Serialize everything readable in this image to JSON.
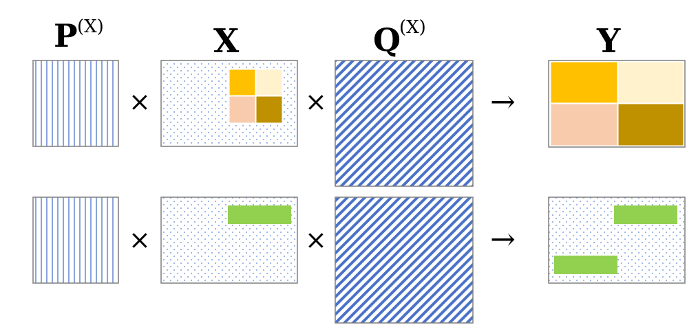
{
  "labels": {
    "p": {
      "base": "P",
      "sup": "(X)"
    },
    "x": "X",
    "q": {
      "base": "Q",
      "sup": "(X)"
    },
    "y": "Y"
  },
  "operators": {
    "times": "×",
    "arrow": "→"
  },
  "colors": {
    "stripe_blue": "#4a72c8",
    "dot_blue": "#5b86d6",
    "border_gray": "#7f7f7f",
    "orange": "#ffc000",
    "cream": "#fff2cc",
    "peach": "#f8cbad",
    "dark_gold": "#bf9000",
    "green": "#92d050"
  }
}
